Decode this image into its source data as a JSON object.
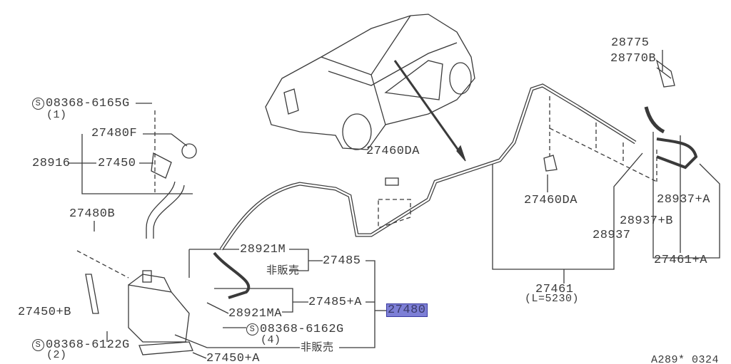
{
  "parts": {
    "p28775": "28775",
    "p28770B": "28770B",
    "bolt_6165": "08368-6165G",
    "bolt_6165_qty": "(1)",
    "p27480F": "27480F",
    "p28916": "28916",
    "p27450": "27450",
    "p27460DA_top": "27460DA",
    "p27460DA_right": "27460DA",
    "p27480B": "27480B",
    "p28937A": "28937+A",
    "p28937B": "28937+B",
    "p28937": "28937",
    "p28921M": "28921M",
    "p27485": "27485",
    "not_for_sale_1": "非販売",
    "p27461A": "27461+A",
    "p27461": "27461",
    "p27461_len": "(L=5230)",
    "p27485A": "27485+A",
    "p27480": "27480",
    "p27450B": "27450+B",
    "p28921MA": "28921MA",
    "bolt_6162": "08368-6162G",
    "bolt_6162_qty": "(4)",
    "bolt_6122": "08368-6122G",
    "bolt_6122_qty": "(2)",
    "not_for_sale_2": "非販売",
    "p27450A": "27450+A",
    "s_symbol": "S"
  },
  "figure_code": "A289* 0324",
  "colors": {
    "line": "#3a3a3a",
    "highlight": "#7d7fd6"
  }
}
